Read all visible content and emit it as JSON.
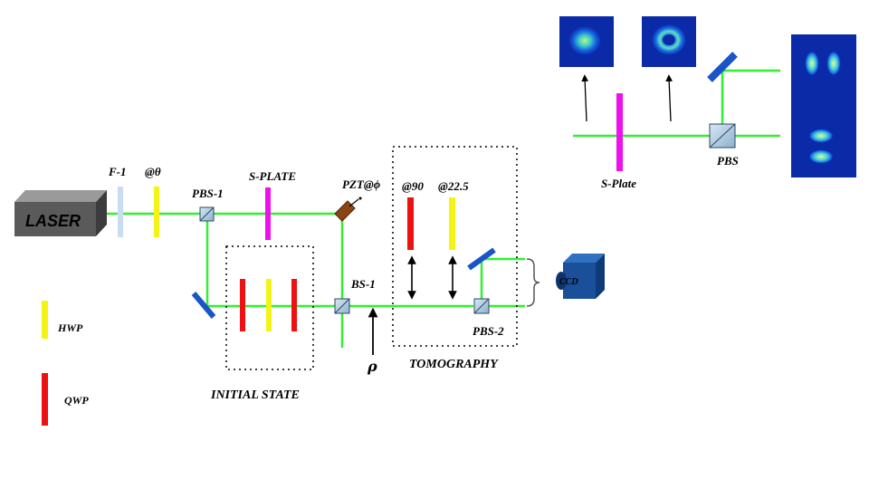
{
  "labels": {
    "laser": "LASER",
    "filter": "F-1",
    "theta": "@θ",
    "pbs1": "PBS-1",
    "splate": "S-PLATE",
    "pzt": "PZT@ϕ",
    "angle90": "@90",
    "angle225": "@22.5",
    "bs1": "BS-1",
    "pbs2": "PBS-2",
    "rho": "ρ",
    "tomography": "TOMOGRAPHY",
    "initial_state": "INITIAL STATE",
    "ccd": "CCD",
    "legend_hwp": "HWP",
    "legend_qwp": "QWP",
    "inset_splate": "S-Plate",
    "inset_pbs": "PBS"
  },
  "colors": {
    "beam": "#33ee33",
    "hwp": "#f4f414",
    "qwp": "#ee1111",
    "splate": "#ee11ee",
    "filter": "#c8dcf2",
    "mirror": "#1a55c8",
    "laser_body": "#5a5a5a",
    "ccd_body": "#1a4f9a",
    "camera_bg": "#0a2aa8"
  },
  "icons": [
    "laser-box-icon",
    "ccd-camera-icon",
    "pzt-mirror-icon",
    "beam-splitter-icon",
    "mirror-icon",
    "waveplate-icon",
    "vortex-image-icon"
  ]
}
